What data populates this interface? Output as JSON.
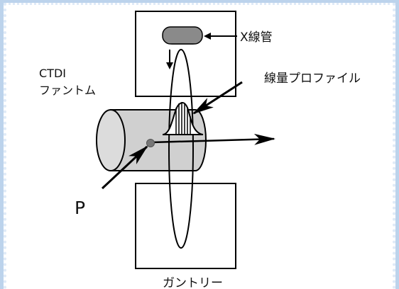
{
  "labels": {
    "xray_tube": "X線管",
    "phantom_line1": "CTDI",
    "phantom_line2": "ファントム",
    "dose_profile": "線量プロファイル",
    "point": "P",
    "gantry": "ガントリー"
  },
  "colors": {
    "border": "#bcd3ec",
    "phantom_fill": "#d0d0d0",
    "tube_fill": "#8a8a8a",
    "stroke": "#000000"
  }
}
